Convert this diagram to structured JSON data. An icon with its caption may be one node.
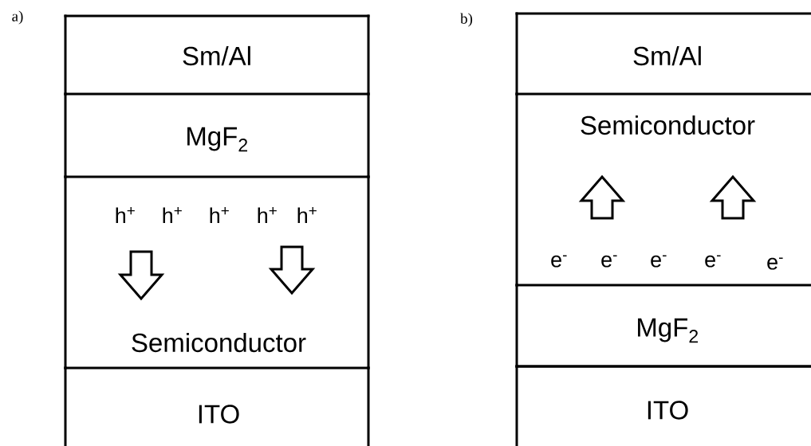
{
  "diagram": {
    "nodes": [
      {
        "text": [
          "Sm/Al"
        ]
      },
      {
        "text": [
          "MgF$_{2}$"
        ]
      },
      {
        "text": [
          "h$^{+}$",
          "h$^{+}$",
          "h$^{+}$",
          "h$^{+}$",
          "h$^{+}$",
          "Semiconductor"
        ]
      },
      {
        "text": [
          "ITO"
        ]
      },
      {
        "text": [
          "Sm/Al"
        ]
      },
      {
        "text": [
          "Semiconductor",
          "e$^{-}$",
          "e$^{-}$",
          "e$^{-}$",
          "e$^{-}$",
          "e$^{-}$"
        ]
      },
      {
        "text": [
          "MgF$_{2}$"
        ]
      },
      {
        "text": [
          "ITO"
        ]
      }
    ],
    "labels": [
      "a)",
      "b)"
    ]
  }
}
